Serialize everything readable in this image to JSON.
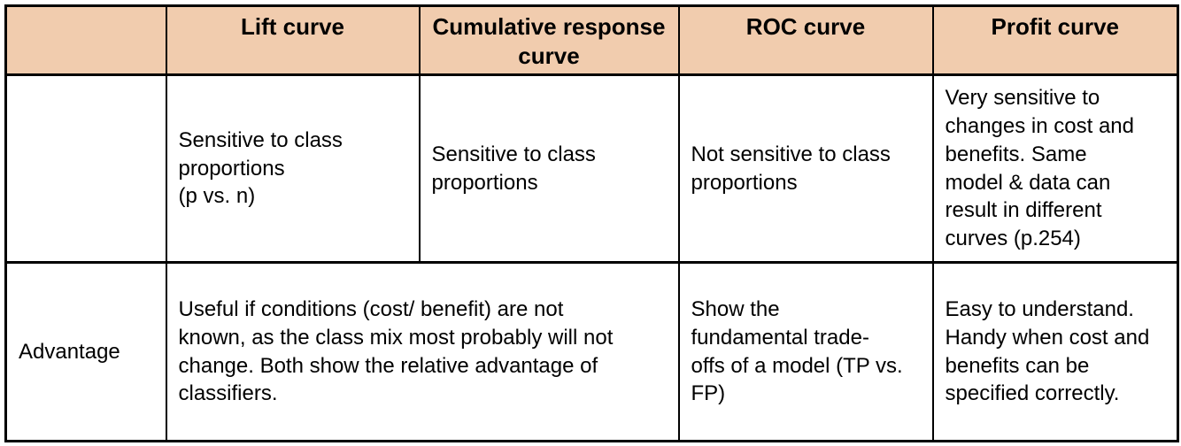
{
  "table": {
    "header_bg": "#f1ccae",
    "border_color": "#000000",
    "headers": {
      "corner": "",
      "lift": "Lift curve",
      "cumulative": "Cumulative response curve",
      "roc": "ROC curve",
      "profit": "Profit curve"
    },
    "rows": {
      "sensitivity": {
        "label": "",
        "lift": "Sensitive to class\nproportions\n(p vs. n)",
        "cumulative": "Sensitive to class\nproportions",
        "roc": "Not sensitive to class\nproportions",
        "profit": "Very sensitive to\nchanges in cost and\nbenefits. Same\nmodel & data can\nresult in different\ncurves (p.254)"
      },
      "advantage": {
        "label": "Advantage",
        "lift_cumulative": "Useful if conditions (cost/ benefit) are not\nknown, as the class mix most probably will not\nchange. Both show the relative advantage of\nclassifiers.",
        "roc": "Show the\nfundamental trade-\noffs of a model (TP vs.\nFP)",
        "profit": "Easy to understand.\nHandy when cost and\nbenefits can be\nspecified correctly."
      }
    }
  }
}
